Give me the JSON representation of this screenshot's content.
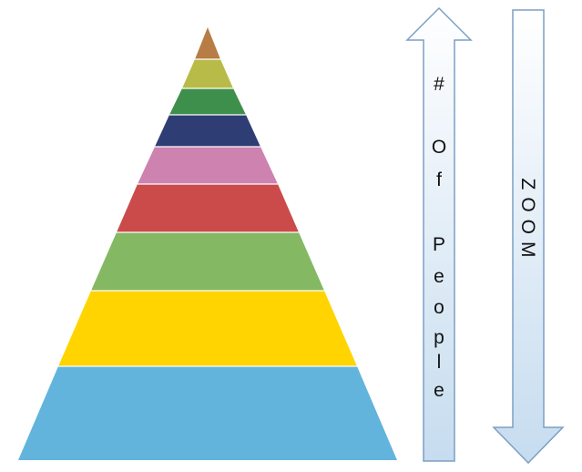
{
  "pyramid": {
    "layers": [
      {
        "color": "#b87c45"
      },
      {
        "color": "#b8bb48"
      },
      {
        "color": "#3f8f4c"
      },
      {
        "color": "#2e3e74"
      },
      {
        "color": "#cd82b0"
      },
      {
        "color": "#cb4b4b"
      },
      {
        "color": "#84b863"
      },
      {
        "color": "#ffd400"
      },
      {
        "color": "#62b4dc"
      }
    ],
    "divider_color": "#ffffff"
  },
  "up_arrow": {
    "label_chars": [
      "#",
      "O",
      "f",
      "P",
      "e",
      "o",
      "p",
      "l",
      "e"
    ],
    "fill_top": "#ffffff",
    "fill_bottom": "#c6dcef",
    "stroke": "#7b9fc6"
  },
  "down_arrow": {
    "label": "ZOOM",
    "fill_top": "#ffffff",
    "fill_bottom": "#c6dcef",
    "stroke": "#7b9fc6"
  }
}
